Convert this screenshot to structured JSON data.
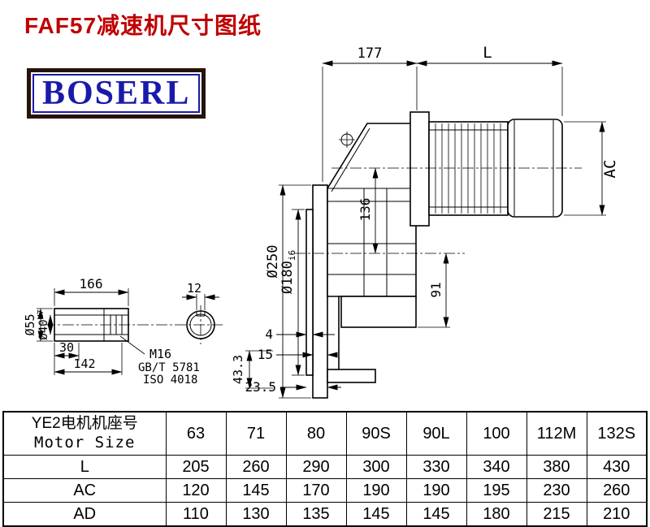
{
  "page": {
    "title": "FAF57减速机尺寸图纸",
    "logo_text": "BOSERL"
  },
  "colors": {
    "title": "#c00000",
    "logo": "#1a1aaa",
    "logo_border": "#26130a"
  },
  "drawing": {
    "dims": {
      "w177": "177",
      "L": "L",
      "AC": "AC",
      "flange_od": "Ø250",
      "spigot": "Ø180",
      "spigot_tol": "i6",
      "h136": "136",
      "h91": "91",
      "d4": "4",
      "d15": "15",
      "d23_5": "23.5",
      "d43_3": "43.3",
      "l166": "166",
      "w12": "12",
      "l30": "30",
      "l142": "142",
      "shaft_od": "Ø55",
      "bore": "Ø40",
      "bore_tol": "H7",
      "thread": "M16",
      "std1": "GB/T 5781",
      "std2": "ISO 4018"
    }
  },
  "table": {
    "header": {
      "line1": "YE2电机机座号",
      "line2": "Motor Size"
    },
    "columns": [
      "63",
      "71",
      "80",
      "90S",
      "90L",
      "100",
      "112M",
      "132S"
    ],
    "rows": [
      {
        "label": "L",
        "values": [
          "205",
          "260",
          "290",
          "300",
          "330",
          "340",
          "380",
          "430"
        ]
      },
      {
        "label": "AC",
        "values": [
          "120",
          "145",
          "170",
          "190",
          "190",
          "195",
          "230",
          "260"
        ]
      },
      {
        "label": "AD",
        "values": [
          "110",
          "130",
          "135",
          "145",
          "145",
          "180",
          "215",
          "210"
        ]
      }
    ]
  }
}
